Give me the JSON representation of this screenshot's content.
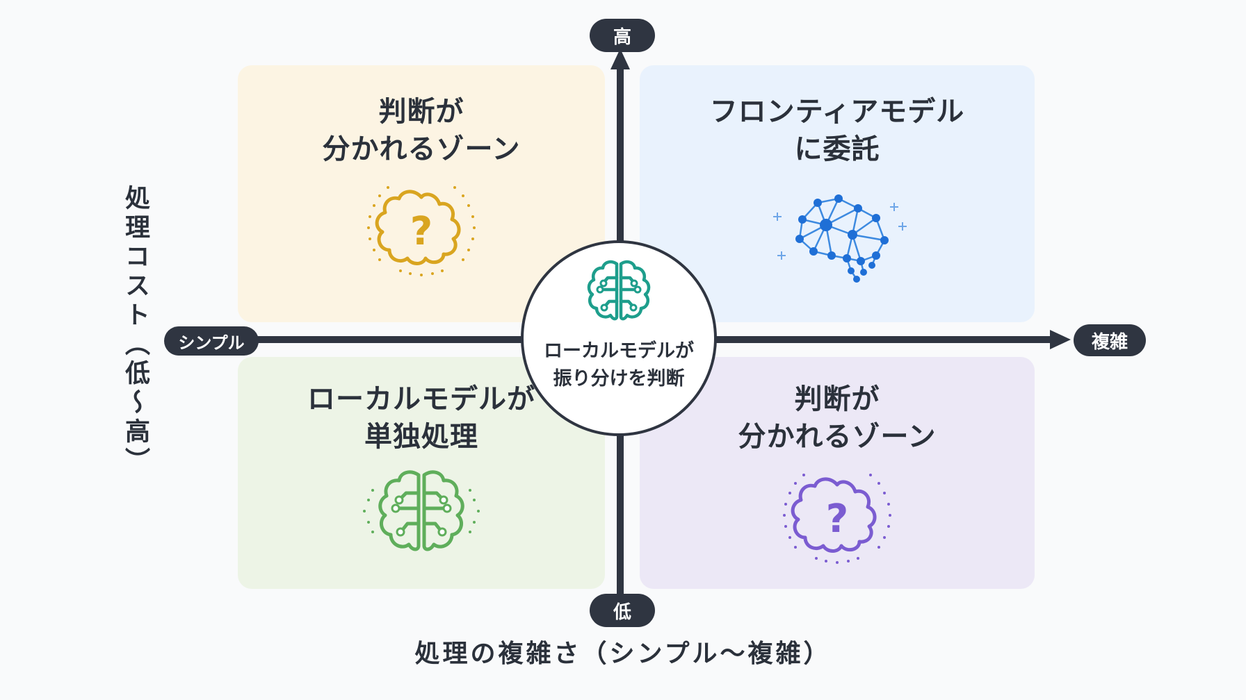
{
  "axes": {
    "y_high": "高",
    "y_low": "低",
    "x_low": "シンプル",
    "x_high": "複雑",
    "y_title": "処理コスト（低〜高）",
    "x_title": "処理の複雑さ（シンプル〜複雑）"
  },
  "quadrants": {
    "top_left": {
      "line1": "判断が",
      "line2": "分かれるゾーン",
      "icon": "brain-question-icon",
      "color": "#d9a520"
    },
    "top_right": {
      "line1": "フロンティアモデル",
      "line2": "に委託",
      "icon": "brain-network-icon",
      "color": "#1f6fd6"
    },
    "bottom_left": {
      "line1": "ローカルモデルが",
      "line2": "単独処理",
      "icon": "brain-circuit-icon",
      "color": "#5fae5b"
    },
    "bottom_right": {
      "line1": "判断が",
      "line2": "分かれるゾーン",
      "icon": "brain-question-icon",
      "color": "#7b5cd1"
    }
  },
  "center": {
    "line1": "ローカルモデルが",
    "line2": "振り分けを判断",
    "icon": "brain-circuit-icon",
    "color": "#1e9e8c"
  }
}
